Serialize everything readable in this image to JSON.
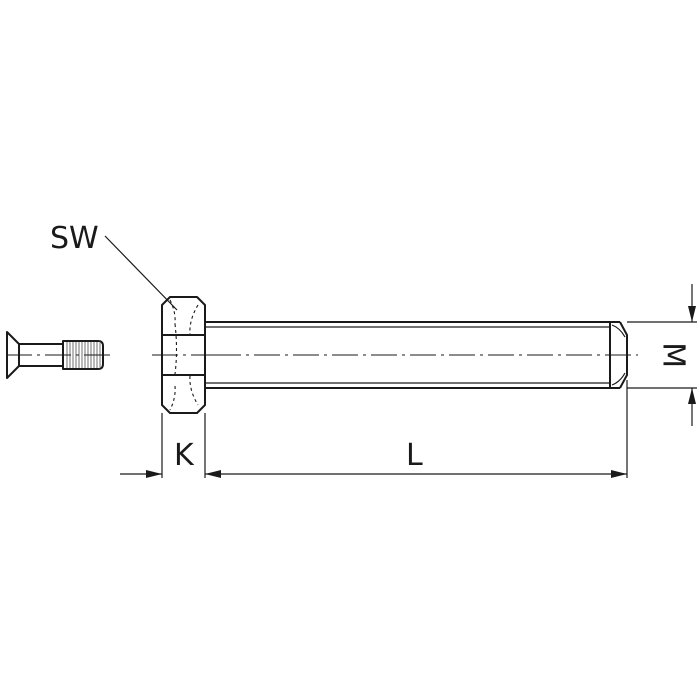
{
  "labels": {
    "sw": "SW",
    "k": "K",
    "l": "L",
    "m": "M"
  }
}
